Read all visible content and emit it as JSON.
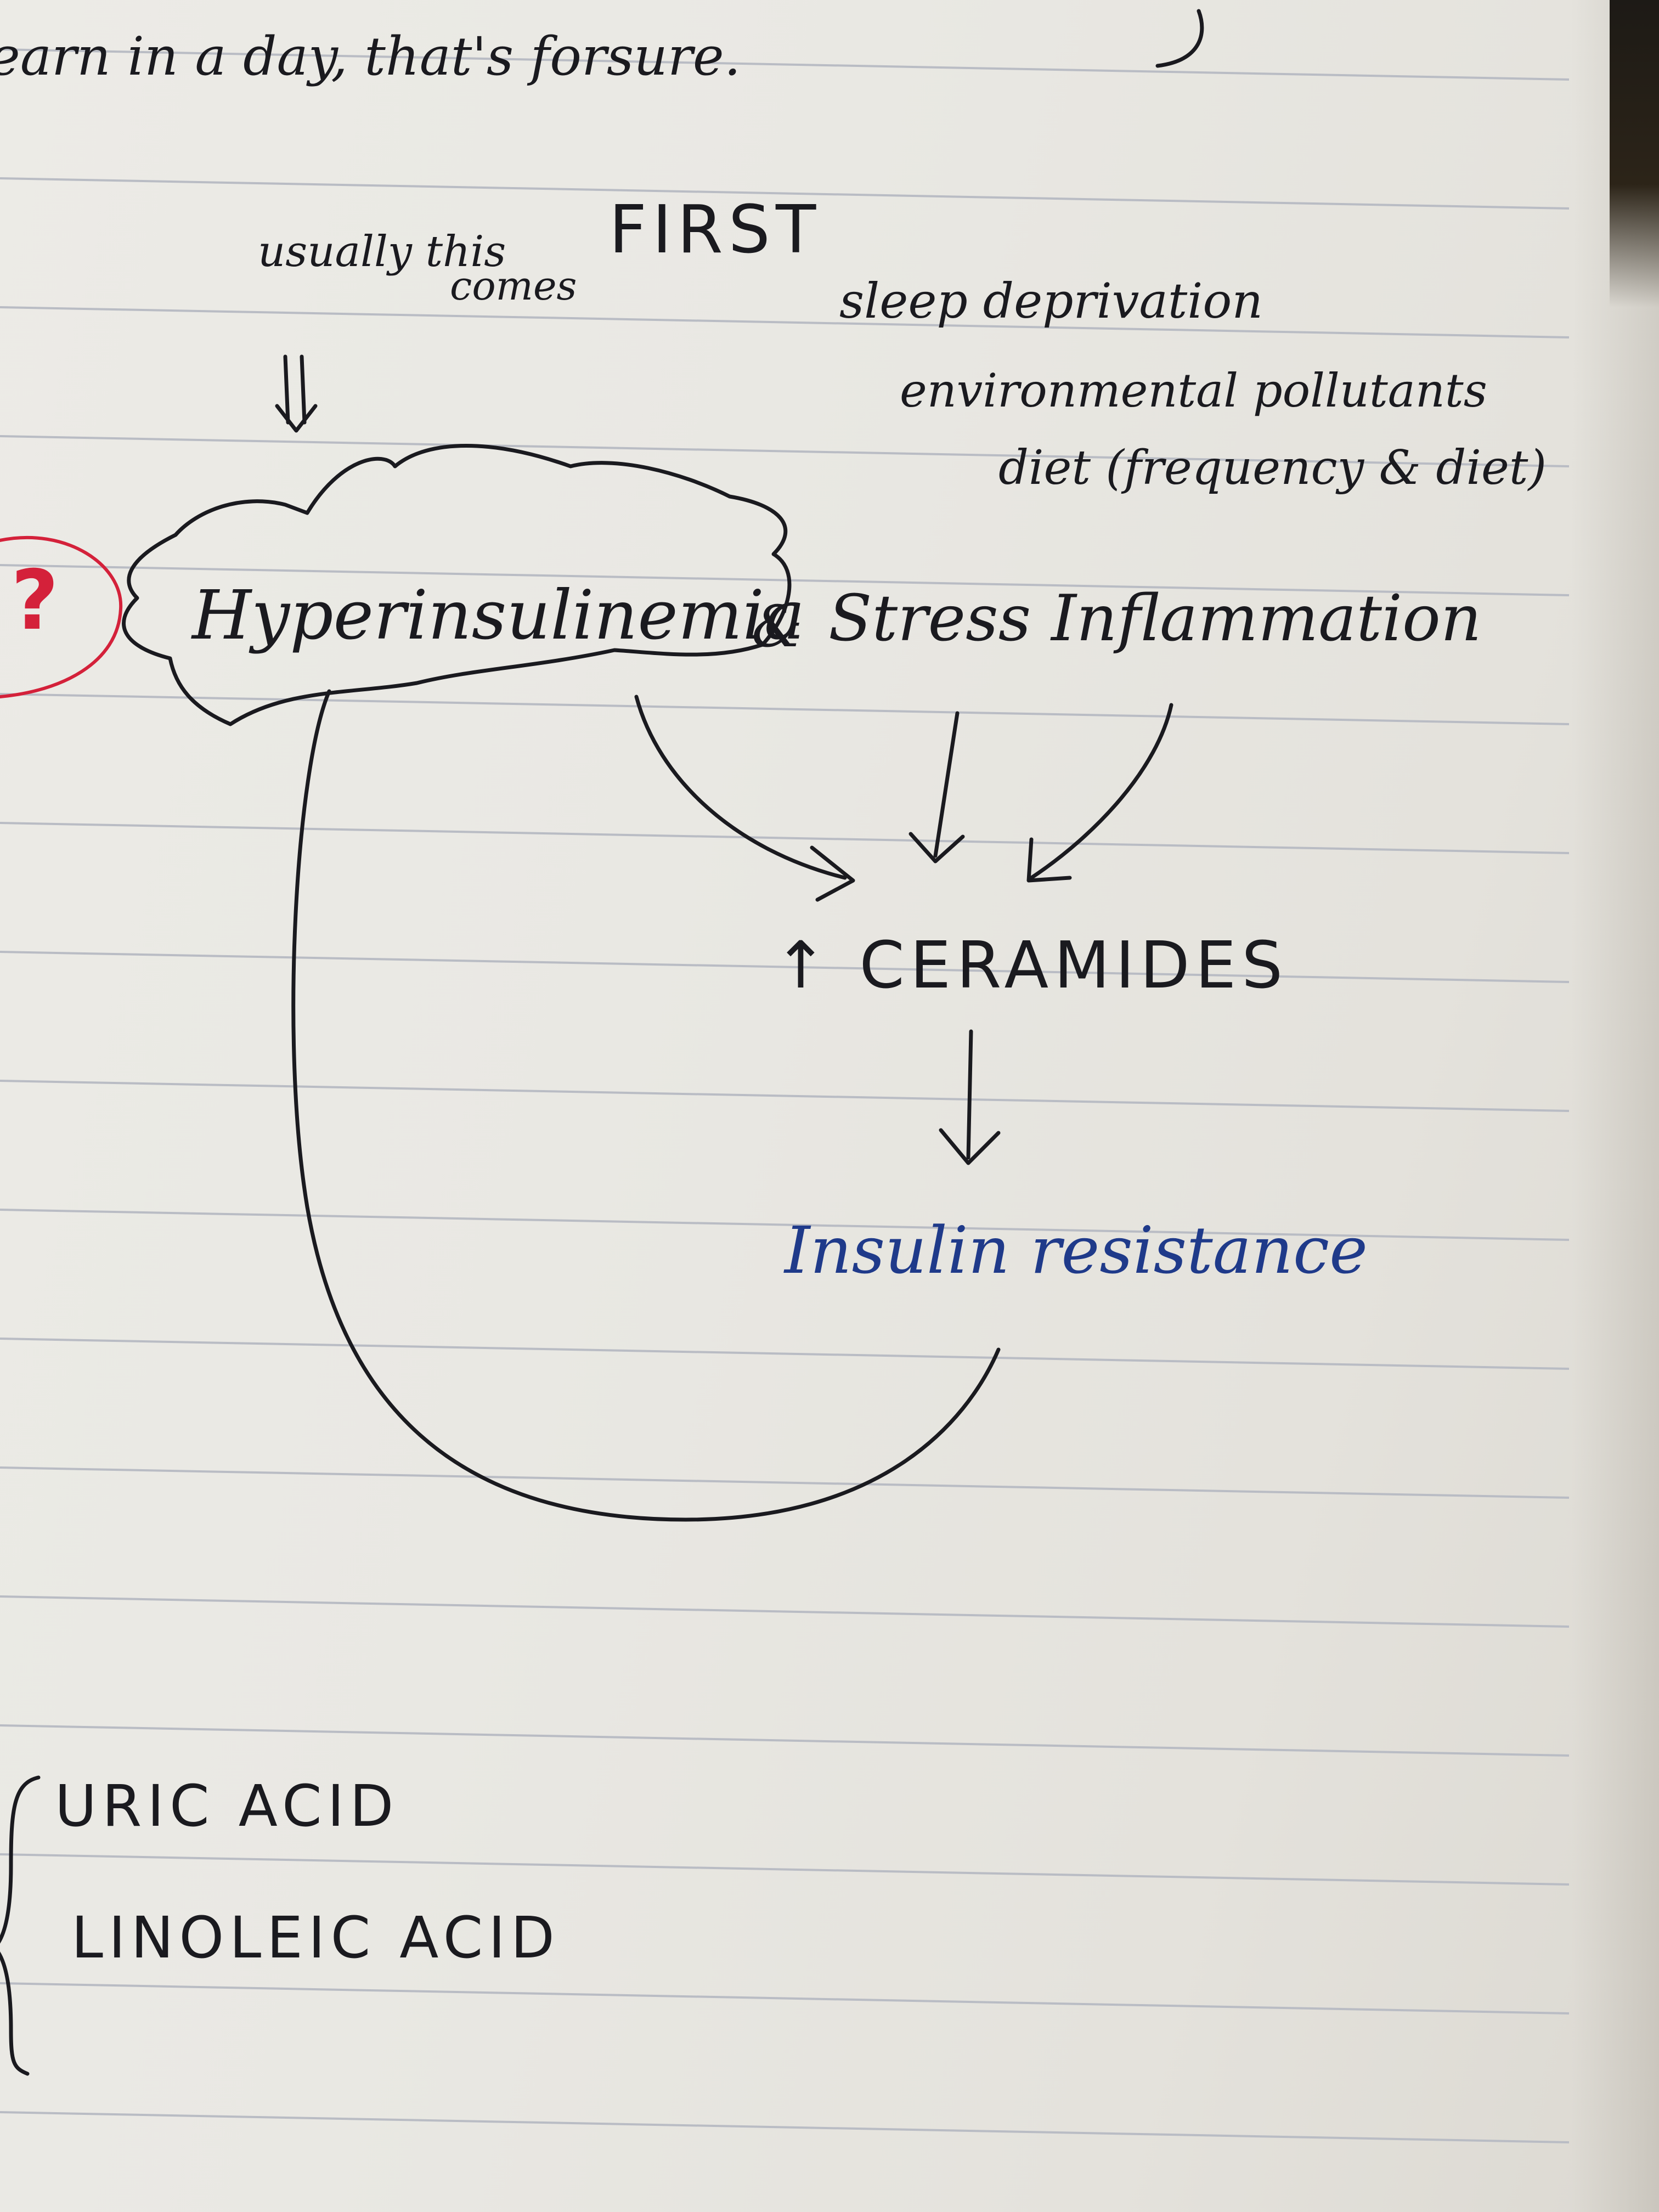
{
  "notes": {
    "top_fragment": "earn in a day, that's forsure.",
    "annotation_line1": "usually this",
    "annotation_line2": "comes",
    "annotation_first": "FIRST",
    "arrow_symbol": "⇓",
    "causes": [
      "sleep deprivation",
      "environmental pollutants",
      "diet (frequency & diet)"
    ],
    "question_mark": "?",
    "hyperinsulinemia": "Hyperinsulinemia",
    "ampersand": "&",
    "stress_inflammation": "Stress Inflammation",
    "ceramides": "↑ CERAMIDES",
    "insulin_resistance": "Insulin resistance",
    "bracket_items": [
      "URIC ACID",
      "LINOLEIC ACID"
    ]
  },
  "colors": {
    "black_ink": "#1a1a1f",
    "blue_ink": "#1f3a8a",
    "red_ink": "#d4213a",
    "paper": "#ecebe6",
    "rule_line": "#b9bcc4"
  }
}
